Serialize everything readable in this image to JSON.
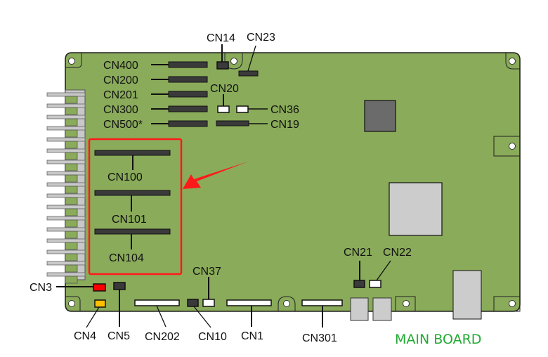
{
  "title": "MAIN BOARD",
  "colors": {
    "board": "#8aab5a",
    "highlight": "#ff1a1a",
    "connector_dark": "#3a3a3a",
    "connector_white": "#ffffff",
    "cn3": "#ff0000",
    "cn4": "#ffc000",
    "chip_dark": "#6b6b6b",
    "chip_light": "#cccccc",
    "title": "#22aa33"
  },
  "connectors": {
    "cn400": "CN400",
    "cn200": "CN200",
    "cn201": "CN201",
    "cn300": "CN300",
    "cn500": "CN500*",
    "cn14": "CN14",
    "cn23": "CN23",
    "cn20": "CN20",
    "cn36": "CN36",
    "cn19": "CN19",
    "cn100": "CN100",
    "cn101": "CN101",
    "cn104": "CN104",
    "cn37": "CN37",
    "cn3": "CN3",
    "cn4": "CN4",
    "cn5": "CN5",
    "cn202": "CN202",
    "cn10": "CN10",
    "cn1": "CN1",
    "cn301": "CN301",
    "cn21": "CN21",
    "cn22": "CN22"
  },
  "highlight": {
    "group": [
      "CN100",
      "CN101",
      "CN104"
    ],
    "indicator": "arrow"
  }
}
